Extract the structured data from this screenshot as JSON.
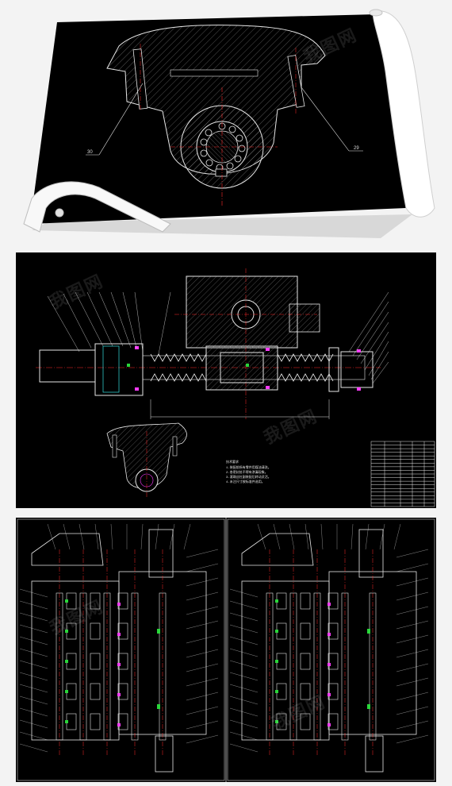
{
  "sheet1": {
    "callouts": [
      "30",
      "29"
    ]
  },
  "sheet2": {
    "notes_title": "技术要求",
    "notes": [
      "1.装配前所有零件用煤油清洗。",
      "2.各密封处不得有渗漏现象。",
      "3.滚珠丝杠副装配后转动灵活。",
      "4.未注尺寸按标准件选用。"
    ],
    "bom_rows": 18
  },
  "watermark_text": "我图网",
  "colors": {
    "background": "#000000",
    "page": "#f3f3f3",
    "line_white": "#e6e6e6",
    "line_red": "#ff2b2b",
    "line_green": "#29d63a",
    "line_magenta": "#ff3cff",
    "line_cyan": "#35e0e0"
  }
}
